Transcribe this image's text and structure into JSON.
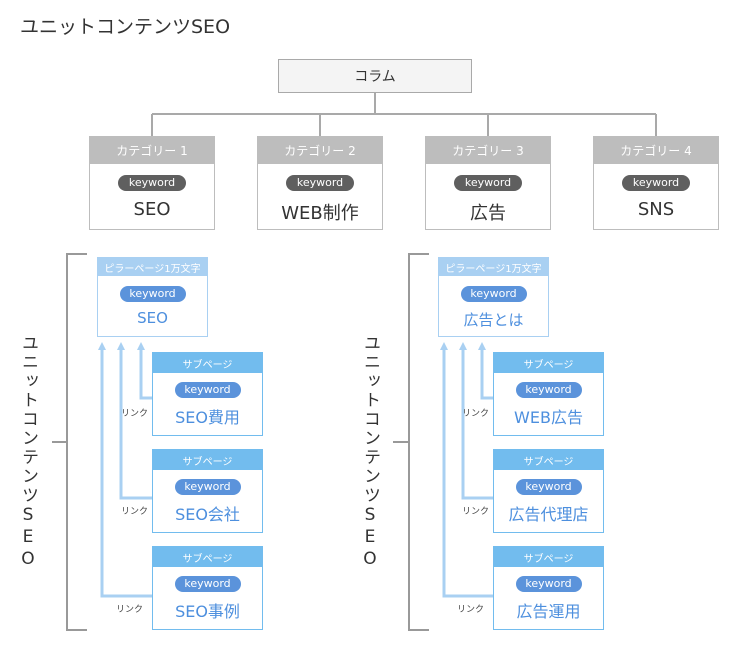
{
  "title": "ユニットコンテンツSEO",
  "root": {
    "label": "コラム"
  },
  "keyword_label": "keyword",
  "categories": [
    {
      "header": "カテゴリー 1",
      "name": "SEO"
    },
    {
      "header": "カテゴリー 2",
      "name": "WEB制作"
    },
    {
      "header": "カテゴリー 3",
      "name": "広告"
    },
    {
      "header": "カテゴリー 4",
      "name": "SNS"
    }
  ],
  "units": [
    {
      "side_label": "ユニットコンテンツSEO",
      "pillar": {
        "header": "ピラーページ1万文字",
        "name": "SEO"
      },
      "subpages": [
        {
          "header": "サブページ",
          "name": "SEO費用",
          "link": "リンク"
        },
        {
          "header": "サブページ",
          "name": "SEO会社",
          "link": "リンク"
        },
        {
          "header": "サブページ",
          "name": "SEO事例",
          "link": "リンク"
        }
      ]
    },
    {
      "side_label": "ユニットコンテンツSEO",
      "pillar": {
        "header": "ピラーページ1万文字",
        "name": "広告とは"
      },
      "subpages": [
        {
          "header": "サブページ",
          "name": "WEB広告",
          "link": "リンク"
        },
        {
          "header": "サブページ",
          "name": "広告代理店",
          "link": "リンク"
        },
        {
          "header": "サブページ",
          "name": "広告運用",
          "link": "リンク"
        }
      ]
    }
  ],
  "colors": {
    "tree_line": "#a9a9a9",
    "category_header": "#bdbdbd",
    "category_pill": "#5f5f5f",
    "pillar_header": "#a9d0f2",
    "subpage_header": "#72bcee",
    "keyword_pill": "#5b93db",
    "blue_text": "#4d8fde",
    "arrow": "#a9d0f2",
    "bracket": "#999999"
  }
}
